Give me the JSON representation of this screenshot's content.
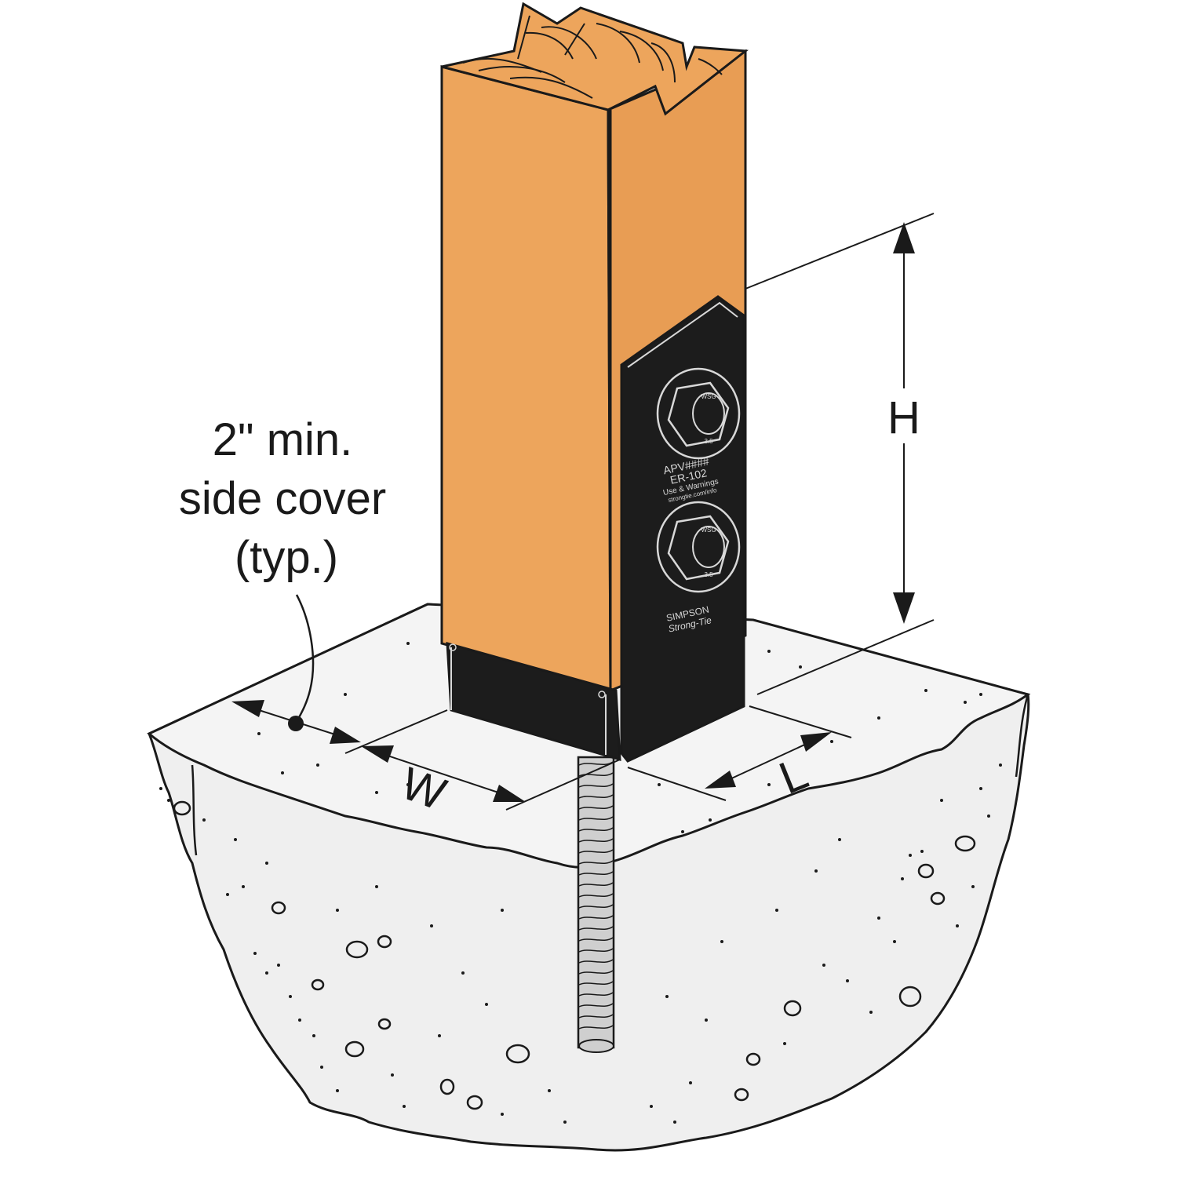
{
  "callout": {
    "line1": "2\" min.",
    "line2": "side cover",
    "line3": "(typ.)"
  },
  "dimensions": {
    "height_label": "H",
    "width_label": "W",
    "length_label": "L"
  },
  "plate_markings": {
    "line1": "APV####",
    "line2": "ER-102",
    "line3": "Use & Warnings",
    "line4": "strongtie.com/info",
    "brand_line1": "SIMPSON",
    "brand_line2": "Strong-Tie"
  },
  "bolt_markings": {
    "top_text": "WSG",
    "bottom_text": "3.5"
  },
  "colors": {
    "wood": "#eda55c",
    "wood_grain": "#d38a3e",
    "bracket": "#1c1c1c",
    "concrete": "#efefef",
    "outline": "#1a1a1a"
  }
}
